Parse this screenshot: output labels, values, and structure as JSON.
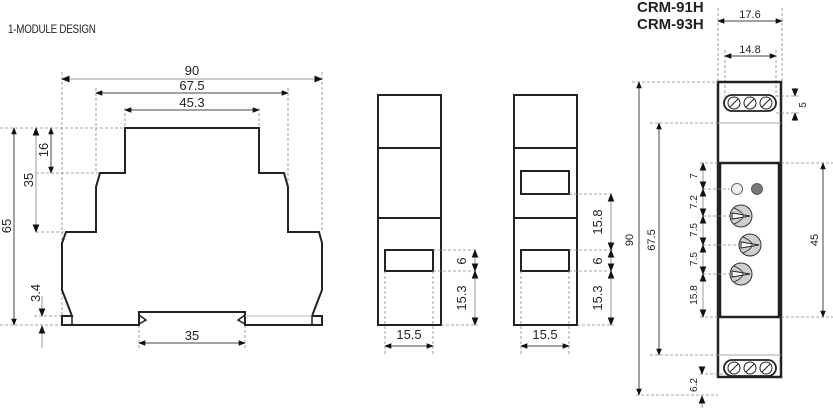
{
  "header": {
    "title": "1-MODULE DESIGN",
    "models": [
      "CRM-91H",
      "CRM-93H"
    ]
  },
  "side_view": {
    "width_total": "90",
    "width_mid": "67.5",
    "width_top": "45.3",
    "height_total": "65",
    "height_shoulder": "35",
    "height_top": "16",
    "foot_height": "3.4",
    "rail_width": "35"
  },
  "front_view_1": {
    "window_height": "6",
    "window_offset": "15.3",
    "width": "15.5"
  },
  "front_view_2": {
    "upper_window_offset": "15.8",
    "window_height": "6",
    "window_offset": "15.3",
    "width": "15.5"
  },
  "front_panel": {
    "width_total": "17.6",
    "width_inner": "14.8",
    "terminal_offset": "5",
    "height_total": "90",
    "height_inner": "67.5",
    "panel_height": "45",
    "led_offset": "7",
    "knob1_offset": "7.2",
    "knob2_offset": "7.5",
    "knob3_offset": "7.5",
    "bottom_offset": "15.8",
    "bottom_terminal_offset": "6.2"
  },
  "colors": {
    "line": "#222222",
    "dim_line": "#aaaaaa",
    "led_off": "#eeeeee",
    "led_on": "#777777",
    "knob": "#cfcfcf"
  }
}
